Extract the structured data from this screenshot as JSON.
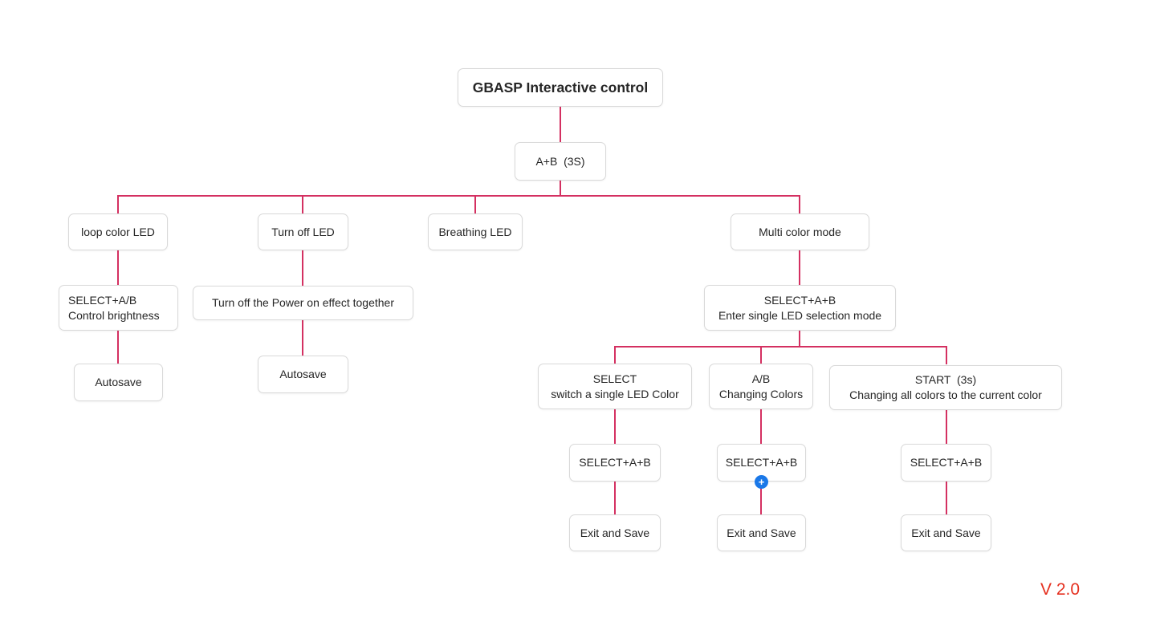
{
  "colors": {
    "connector": "#d43061",
    "box_border": "#d9d9d9",
    "box_bg": "#ffffff",
    "text": "#262626",
    "version_red": "#e5301f",
    "badge_blue": "#1a78e8",
    "badge_glyph": "#ffffff",
    "canvas_bg": "#ffffff"
  },
  "nodes": {
    "root": {
      "label": "GBASP Interactive control"
    },
    "ab": {
      "label": "A+B  (3S)"
    },
    "loop": {
      "label": "loop color LED"
    },
    "turnoff": {
      "label": "Turn off LED"
    },
    "breathing": {
      "label": "Breathing LED"
    },
    "multi": {
      "label": "Multi color mode"
    },
    "brightness": {
      "label": "SELECT+A/B\nControl brightness"
    },
    "power": {
      "label": "Turn off the Power on effect together"
    },
    "enter": {
      "label": "SELECT+A+B\nEnter single LED selection mode"
    },
    "autosave_loop": {
      "label": "Autosave"
    },
    "autosave_turnoff": {
      "label": "Autosave"
    },
    "select_switch": {
      "label": "SELECT\nswitch a single LED Color"
    },
    "ab_changing": {
      "label": "A/B\nChanging Colors"
    },
    "start_changing": {
      "label": "START  (3s)\nChanging all colors to the current color"
    },
    "saab_1": {
      "label": "SELECT+A+B"
    },
    "saab_2": {
      "label": "SELECT+A+B"
    },
    "saab_3": {
      "label": "SELECT+A+B"
    },
    "exit_1": {
      "label": "Exit and Save"
    },
    "exit_2": {
      "label": "Exit and Save"
    },
    "exit_3": {
      "label": "Exit and Save"
    }
  },
  "badge": {
    "name": "plus-icon",
    "glyph": "+"
  },
  "version": {
    "label": "V 2.0"
  }
}
